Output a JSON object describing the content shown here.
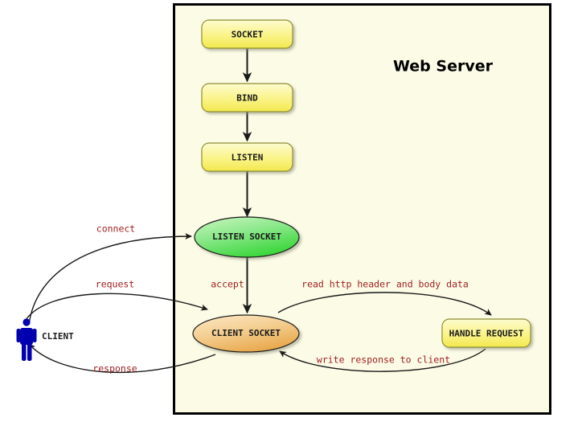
{
  "diagram": {
    "title": "Web Server",
    "background_color": "#ffffff",
    "container_fill": "#fbfbe6",
    "container_border": "#000000",
    "edge_label_color": "#a02020",
    "actor_color": "#0000b0"
  },
  "container": {
    "label": "Web Server"
  },
  "actor": {
    "label": "CLIENT",
    "icon": "person-icon"
  },
  "nodes": [
    {
      "id": "socket",
      "label": "SOCKET",
      "shape": "rounded-rect",
      "fill": "#f5ef6e"
    },
    {
      "id": "bind",
      "label": "BIND",
      "shape": "rounded-rect",
      "fill": "#f5ef6e"
    },
    {
      "id": "listen",
      "label": "LISTEN",
      "shape": "rounded-rect",
      "fill": "#f5ef6e"
    },
    {
      "id": "listen_socket",
      "label": "LISTEN SOCKET",
      "shape": "ellipse",
      "fill": "#5ce05c"
    },
    {
      "id": "client_socket",
      "label": "CLIENT SOCKET",
      "shape": "ellipse",
      "fill": "#efb96a"
    },
    {
      "id": "handle_request",
      "label": "HANDLE REQUEST",
      "shape": "rounded-rect",
      "fill": "#f5ef6e"
    }
  ],
  "edges": [
    {
      "id": "socket-bind",
      "label": ""
    },
    {
      "id": "bind-listen",
      "label": ""
    },
    {
      "id": "listen-listensocket",
      "label": ""
    },
    {
      "id": "accept",
      "label": "accept"
    },
    {
      "id": "connect",
      "label": "connect"
    },
    {
      "id": "request",
      "label": "request"
    },
    {
      "id": "response",
      "label": "response"
    },
    {
      "id": "read-http",
      "label": "read http header and body data"
    },
    {
      "id": "write-response",
      "label": "write response to client"
    }
  ]
}
